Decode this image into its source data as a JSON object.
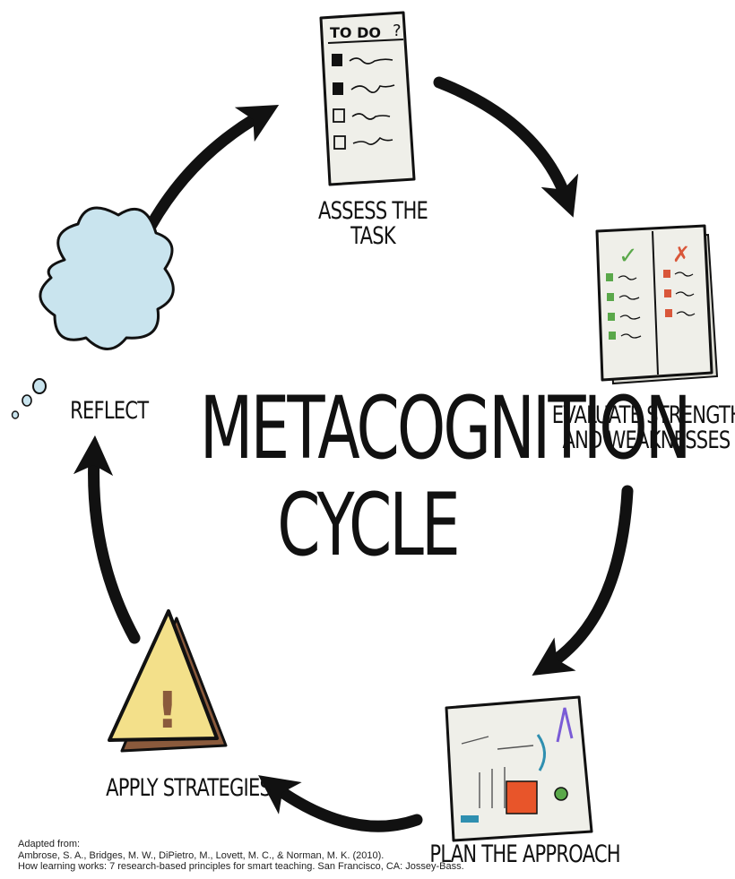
{
  "title_line1": "METACOGNITION",
  "title_line2": "CYCLE",
  "steps": [
    {
      "line1": "ASSESS THE",
      "line2": "TASK"
    },
    {
      "line1": "EVALUATE STRENGTHS",
      "line2": "AND WEAKNESSES"
    },
    {
      "line1": "PLAN THE APPROACH"
    },
    {
      "line1": "APPLY STRATEGIES"
    },
    {
      "line1": "REFLECT"
    }
  ],
  "todo_header": "TO DO",
  "todo_mark": "?",
  "check_mark": "✓",
  "cross_mark": "✗",
  "warning_mark": "!",
  "credit": {
    "line1": "Adapted from:",
    "line2": "Ambrose, S. A., Bridges, M. W., DiPietro, M., Lovett, M. C., & Norman, M. K. (2010).",
    "line3": "How learning works: 7 research-based principles for smart teaching. San Francisco, CA: Jossey-Bass."
  },
  "colors": {
    "ink": "#111111",
    "paper": "#efefe9",
    "cloud": "#c9e4ee",
    "warning_yellow": "#f3e08a",
    "warning_brown": "#8a5a3c",
    "check_green": "#5aa84a",
    "cross_red": "#d9573a",
    "plan_orange": "#e8552a",
    "plan_purple": "#7a5bd6",
    "plan_teal": "#2f8fb0"
  }
}
